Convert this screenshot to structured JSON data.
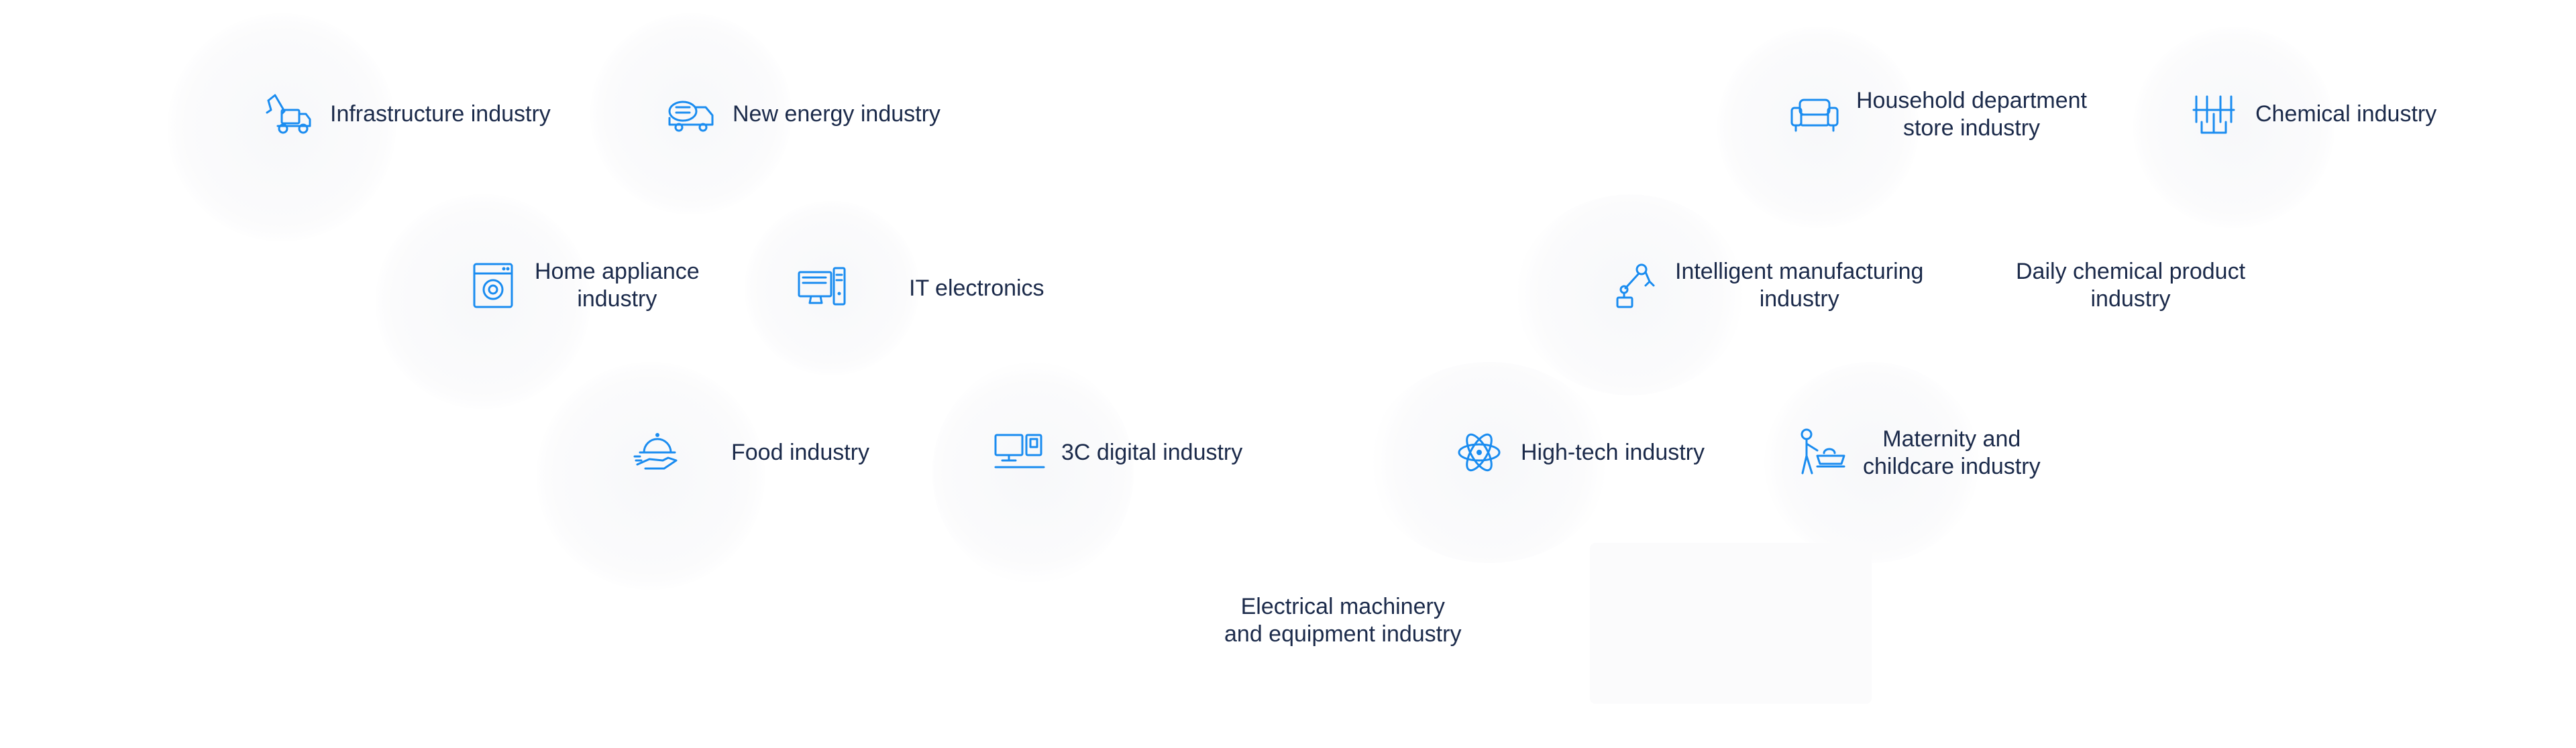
{
  "accent_color": "#1a8cf0",
  "text_color": "#1b2a4a",
  "industries": [
    {
      "label": "Infrastructure industry",
      "icon": "excavator-icon"
    },
    {
      "label": "New energy industry",
      "icon": "energy-truck-icon"
    },
    {
      "label": "Household department\nstore industry",
      "icon": "sofa-icon"
    },
    {
      "label": "Chemical industry",
      "icon": "test-tubes-icon"
    },
    {
      "label": "Home appliance\nindustry",
      "icon": "washing-machine-icon"
    },
    {
      "label": "IT electronics",
      "icon": "desktop-computer-icon"
    },
    {
      "label": "Intelligent manufacturing\nindustry",
      "icon": "robot-arm-icon"
    },
    {
      "label": "Daily chemical product\nindustry",
      "icon": ""
    },
    {
      "label": "Food industry",
      "icon": "food-cloche-icon"
    },
    {
      "label": "3C digital industry",
      "icon": "digital-devices-icon"
    },
    {
      "label": "High-tech industry",
      "icon": "atom-icon"
    },
    {
      "label": "Maternity and\nchildcare industry",
      "icon": "baby-stroller-icon"
    },
    {
      "label": "Electrical machinery\nand equipment industry",
      "icon": ""
    }
  ]
}
